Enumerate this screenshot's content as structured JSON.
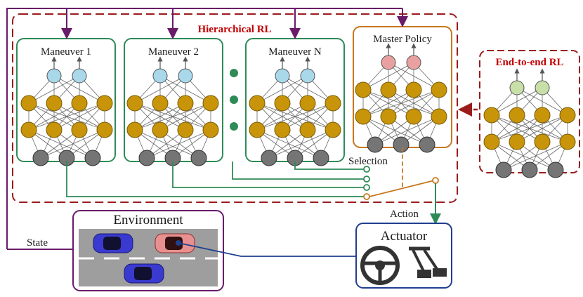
{
  "labels": {
    "hierarchical": "Hierarchical RL",
    "end_to_end": "End-to-end RL",
    "maneuver_1": "Maneuver 1",
    "maneuver_2": "Maneuver 2",
    "maneuver_n": "Maneuver N",
    "master_policy": "Master Policy",
    "selection": "Selection",
    "action": "Action",
    "state": "State",
    "environment": "Environment",
    "actuator": "Actuator"
  },
  "colors": {
    "maneuver_border": "#2e8b57",
    "master_border": "#c87820",
    "rl_dashed": "#9b1c1c",
    "state_line": "#6a1b6a",
    "link_line": "#1f3f8f",
    "action_line": "#2e8b57",
    "node_gray": "#757575",
    "node_gold": "#c8950a",
    "node_blue": "#a8d8ea",
    "node_pink": "#e8a0a0",
    "node_green": "#c8e0a8",
    "road": "#9e9e9e"
  },
  "icons": {
    "ellipsis": "vertical-dots-icon",
    "blue_car": "blue-car-icon",
    "ego_car": "pink-car-icon",
    "steering": "steering-wheel-icon",
    "pedals": "pedals-icon"
  }
}
